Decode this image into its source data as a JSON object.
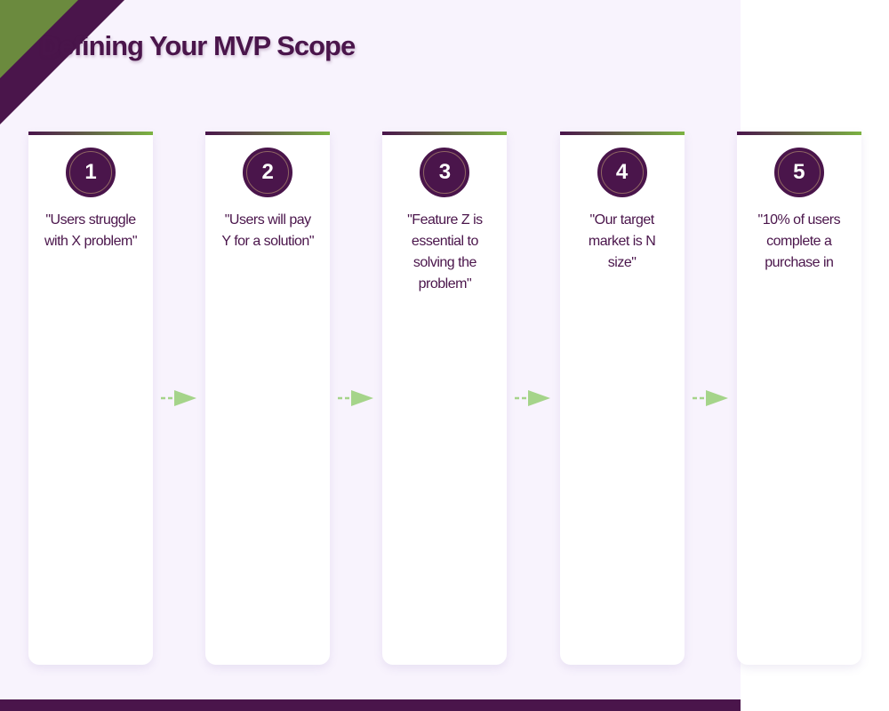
{
  "title": "Defining Your MVP Scope",
  "colors": {
    "primary": "#4a154b",
    "accent": "#7cb342",
    "background": "#f8f3fd",
    "arrow": "#a5d48a"
  },
  "steps": [
    {
      "number": "1",
      "text": "\"Users struggle with X problem\""
    },
    {
      "number": "2",
      "text": "\"Users will pay Y for a solution\""
    },
    {
      "number": "3",
      "text": "\"Feature Z is essential to solving the problem\""
    },
    {
      "number": "4",
      "text": "\"Our target market is N size\""
    },
    {
      "number": "5",
      "text": "\"10% of users complete a purchase in"
    }
  ],
  "connector_icon": "dashed-arrow-right-icon"
}
